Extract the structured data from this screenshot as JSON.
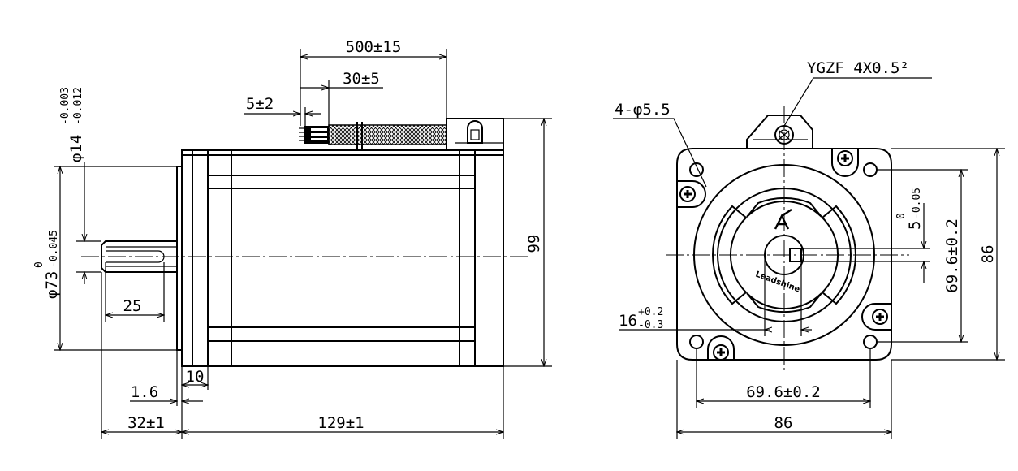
{
  "side_view": {
    "cable_length": "500±15",
    "strip_length": "30±5",
    "wire_end": "5±2",
    "shaft_diameter": "φ14",
    "shaft_tol_upper": "-0.003",
    "shaft_tol_lower": "-0.012",
    "spigot_diameter": "φ73",
    "spigot_tol_upper": "0",
    "spigot_tol_lower": "-0.045",
    "key_length": "25",
    "flange_step": "1.6",
    "flange_thickness": "10",
    "shaft_length": "32±1",
    "body_length": "129±1",
    "body_height": "99"
  },
  "front_view": {
    "cable_spec": "YGZF 4X0.5²",
    "mount_holes": "4-φ5.5",
    "flat_size": "16",
    "flat_tol_upper": "+0.2",
    "flat_tol_lower": "-0.3",
    "key_width": "5",
    "key_tol_upper": "0",
    "key_tol_lower": "-0.05",
    "hole_pitch_vertical": "69.6±0.2",
    "hole_pitch_horizontal": "69.6±0.2",
    "frame_height": "86",
    "frame_width": "86",
    "logo_text": "Leadshine"
  }
}
